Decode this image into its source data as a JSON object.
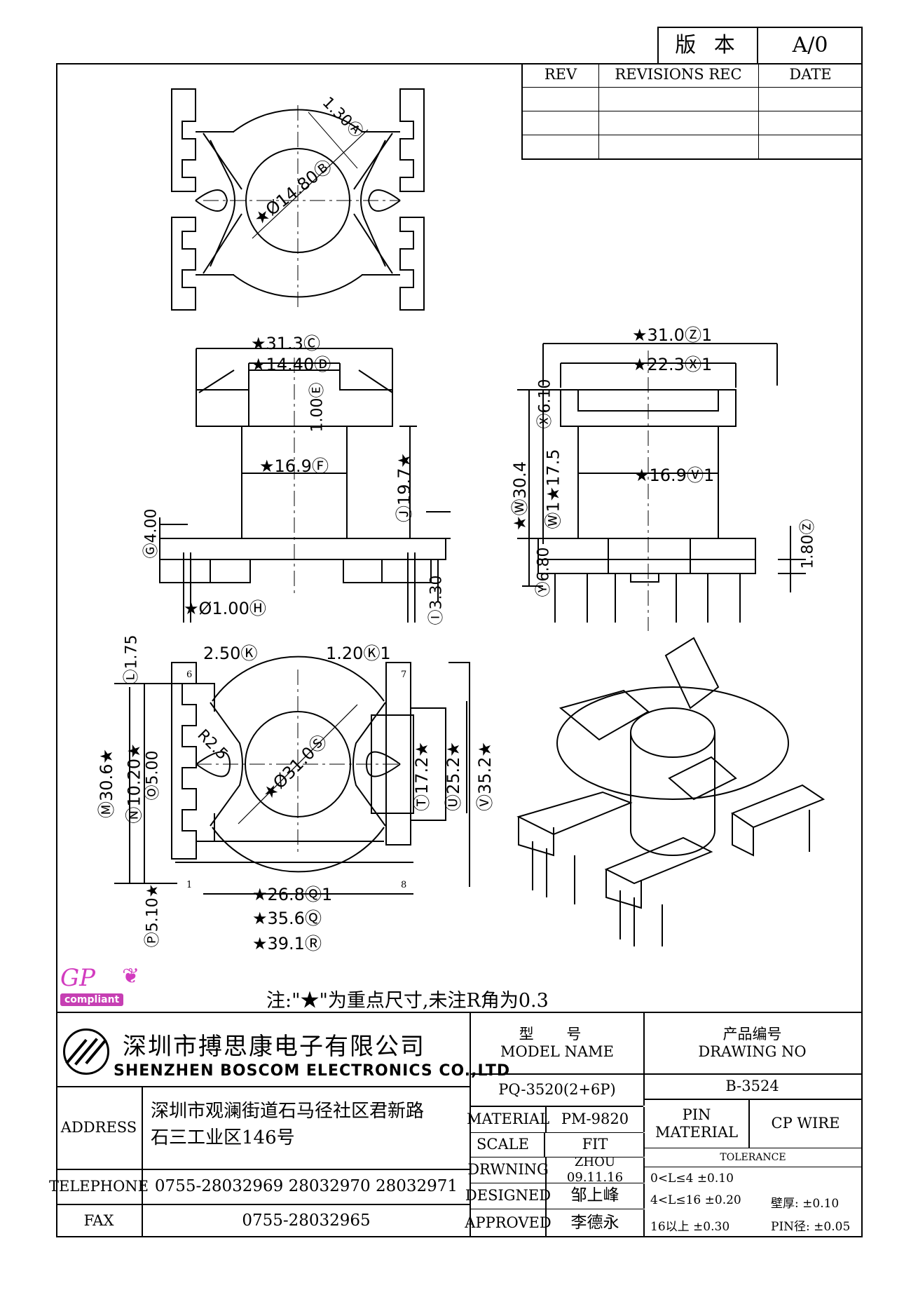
{
  "version": {
    "label": "版 本",
    "value": "A/0"
  },
  "revisions": {
    "headers": [
      "REV",
      "REVISIONS REC",
      "DATE"
    ],
    "rows": [
      [
        "",
        "",
        ""
      ],
      [
        "",
        "",
        ""
      ],
      [
        "",
        "",
        ""
      ]
    ]
  },
  "dimensions": {
    "top_view": [
      "1.30Ⓐ",
      "★Ø14.80Ⓑ"
    ],
    "front_view": [
      "★31.3Ⓒ",
      "★14.40Ⓓ",
      "1.00Ⓔ",
      "★16.9Ⓕ",
      "Ⓖ4.00",
      "★Ø1.00Ⓗ",
      "Ⓘ3.30",
      "Ⓙ19.7★"
    ],
    "side_view": [
      "★31.0Ⓩ1",
      "★22.3Ⓧ1",
      "Ⓧ6.10",
      "★Ⓦ30.4",
      "Ⓦ1★17.5",
      "★16.9Ⓥ1",
      "Ⓨ6.80",
      "1.80Ⓩ"
    ],
    "bottom_view": [
      "Ⓛ1.75",
      "2.50Ⓚ",
      "1.20Ⓚ1",
      "Ⓜ30.6★",
      "Ⓝ10.20★",
      "Ⓞ5.00",
      "R2.5",
      "★Ø31.0Ⓢ",
      "Ⓣ17.2★",
      "Ⓤ25.2★",
      "Ⓥ35.2★",
      "Ⓟ5.10★",
      "★26.8Ⓠ1",
      "★35.6Ⓠ",
      "★39.1Ⓡ"
    ],
    "pins": [
      "6",
      "7",
      "1",
      "8"
    ]
  },
  "logo": {
    "text": "GP",
    "tag": "compliant"
  },
  "note": "注:\"★\"为重点尺寸,未注R角为0.3",
  "company": {
    "name_cn": "深圳市搏思康电子有限公司",
    "name_en": "SHENZHEN BOSCOM ELECTRONICS CO.,LTD"
  },
  "model": {
    "label_cn": "型 号",
    "label_en": "MODEL NAME",
    "value": "PQ-3520(2+6P)"
  },
  "drawing": {
    "label_cn": "产品编号",
    "label_en": "DRAWING NO",
    "value": "B-3524"
  },
  "address": {
    "label": "ADDRESS",
    "line1": "深圳市观澜街道石马径社区君新路",
    "line2": "石三工业区146号"
  },
  "telephone": {
    "label": "TELEPHONE",
    "value": "0755-28032969 28032970 28032971"
  },
  "fax": {
    "label": "FAX",
    "value": "0755-28032965"
  },
  "material": {
    "label": "MATERIAL",
    "value": "PM-9820"
  },
  "scale": {
    "label": "SCALE",
    "value": "FIT"
  },
  "drawn": {
    "label": "DRWNING",
    "value": "ZHOU 09.11.16"
  },
  "designed": {
    "label": "DESIGNED",
    "value": "邹上峰"
  },
  "approved": {
    "label": "APPROVED",
    "value": "李德永"
  },
  "pin_material": {
    "label_line1": "PIN",
    "label_line2": "MATERIAL",
    "value": "CP WIRE"
  },
  "tolerance": {
    "title": "TOLERANCE",
    "rows": [
      "0<L≤4  ±0.10",
      "4<L≤16  ±0.20",
      "16以上    ±0.30"
    ],
    "wall": "壁厚:  ±0.10",
    "pin": "PIN径: ±0.05"
  }
}
